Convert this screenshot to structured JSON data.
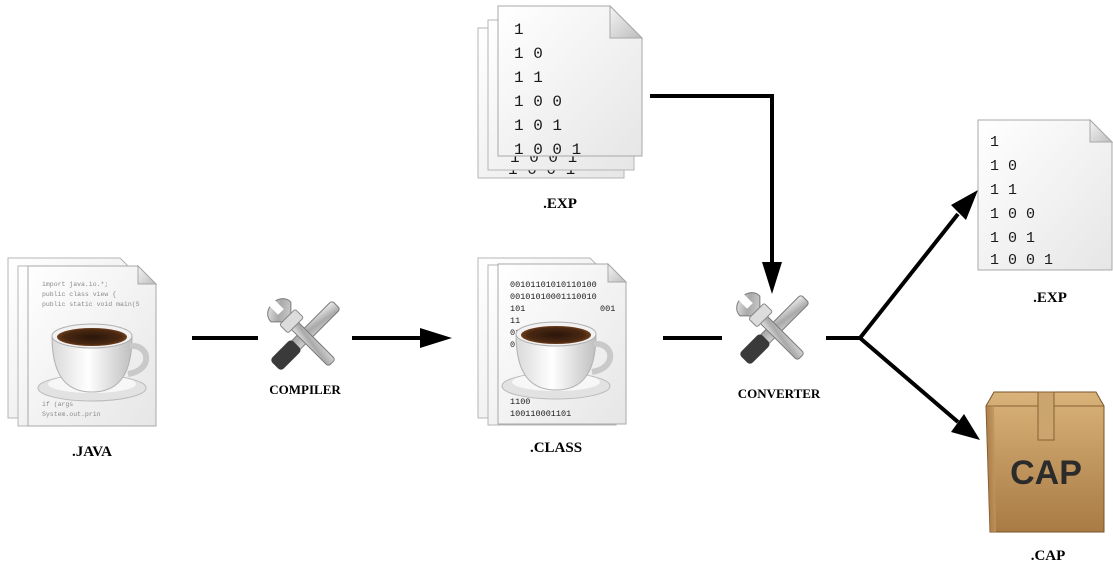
{
  "labels": {
    "java": ".JAVA",
    "compiler": "COMPILER",
    "class": ".CLASS",
    "exp_in": ".EXP",
    "converter": "CONVERTER",
    "exp_out": ".EXP",
    "cap": ".CAP"
  },
  "exp_rows": [
    "1",
    "1 0",
    "1 1",
    "1 0 0",
    "1 0 1",
    "1 0 0 1"
  ],
  "class_rows": [
    "00101101010110100",
    "00101010001110010",
    "101",
    "001",
    "11",
    "01",
    "0",
    "1",
    "1100",
    "100110001101"
  ],
  "java_code": [
    "import java.io.*;",
    "public class view {",
    "  public static void main(S",
    "if (args",
    "  System.out.prin"
  ],
  "cap_box_text": "CAP",
  "icons": [
    "java-file-stack-icon",
    "class-file-stack-icon",
    "exp-file-stack-icon",
    "exp-file-icon",
    "cap-package-icon",
    "compiler-tools-icon",
    "converter-tools-icon"
  ]
}
